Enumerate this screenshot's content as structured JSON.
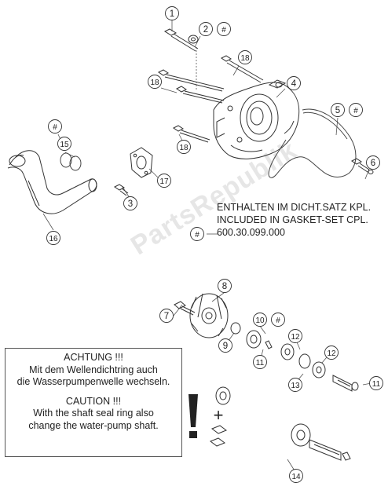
{
  "callouts": [
    {
      "id": "c1",
      "label": "1"
    },
    {
      "id": "c2",
      "label": "2"
    },
    {
      "id": "c2h",
      "label": "#"
    },
    {
      "id": "c18a",
      "label": "18"
    },
    {
      "id": "c18b",
      "label": "18"
    },
    {
      "id": "c4",
      "label": "4"
    },
    {
      "id": "c5",
      "label": "5"
    },
    {
      "id": "c5h",
      "label": "#"
    },
    {
      "id": "c6",
      "label": "6"
    },
    {
      "id": "c18c",
      "label": "18"
    },
    {
      "id": "c15h",
      "label": "#"
    },
    {
      "id": "c15",
      "label": "15"
    },
    {
      "id": "c17",
      "label": "17"
    },
    {
      "id": "c3",
      "label": "3"
    },
    {
      "id": "c16",
      "label": "16"
    },
    {
      "id": "cnh",
      "label": "#"
    },
    {
      "id": "c8",
      "label": "8"
    },
    {
      "id": "c7",
      "label": "7"
    },
    {
      "id": "c10",
      "label": "10"
    },
    {
      "id": "c10h",
      "label": "#"
    },
    {
      "id": "c9",
      "label": "9"
    },
    {
      "id": "c12a",
      "label": "12"
    },
    {
      "id": "c11a",
      "label": "11"
    },
    {
      "id": "c12b",
      "label": "12"
    },
    {
      "id": "c13",
      "label": "13"
    },
    {
      "id": "c11b",
      "label": "11"
    },
    {
      "id": "c14",
      "label": "14"
    }
  ],
  "gasket_note": {
    "line1": "ENTHALTEN IM DICHT.SATZ KPL.",
    "line2": "INCLUDED IN GASKET-SET CPL.",
    "line3": "600.30.099.000"
  },
  "warning": {
    "de_title": "ACHTUNG !!!",
    "de_line1": "Mit dem Wellendichtring auch",
    "de_line2": "die Wasserpumpenwelle wechseln.",
    "en_title": "CAUTION !!!",
    "en_line1": "With the shaft seal ring also",
    "en_line2": "change the water-pump shaft."
  },
  "plus_sign": "+",
  "watermark": "PartsRepublik",
  "colors": {
    "line": "#333333",
    "stroke_light": "#666666",
    "background": "#ffffff"
  }
}
